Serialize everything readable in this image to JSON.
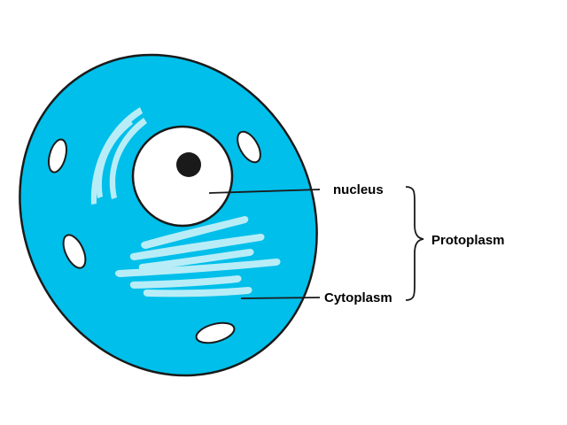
{
  "diagram": {
    "labels": {
      "nucleus": "nucleus",
      "cytoplasm": "Cytoplasm",
      "protoplasm": "Protoplasm"
    },
    "colors": {
      "cell_fill": "#00BFEA",
      "outline": "#1A1A1A",
      "nucleus_fill": "#FFFFFF",
      "nucleolus_fill": "#1A1A1A",
      "organelle_fill": "#B8EDF7",
      "vacuole_fill": "#FFFFFF",
      "pointer_line": "#1A1A1A"
    }
  }
}
